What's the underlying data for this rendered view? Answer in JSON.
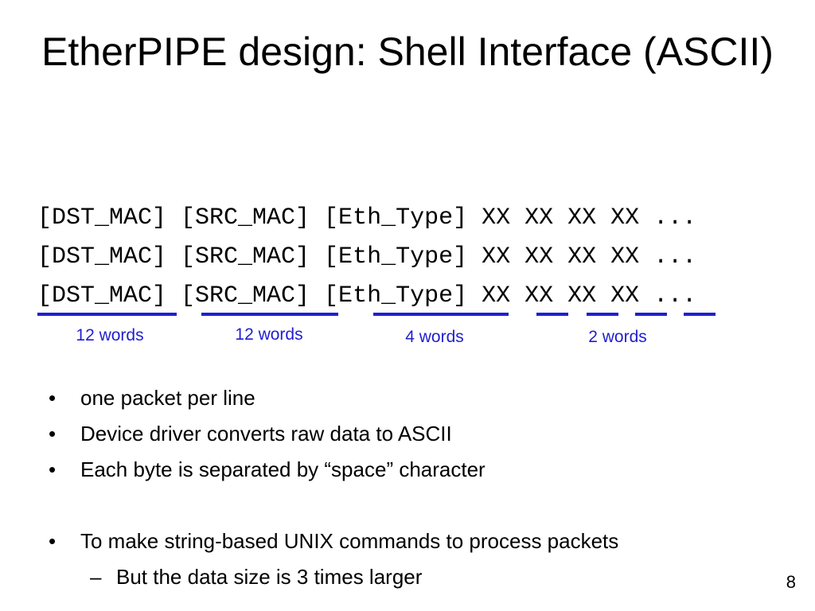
{
  "slide": {
    "title": "EtherPIPE design: Shell Interface (ASCII)",
    "format_lines": [
      "[DST_MAC] [SRC_MAC] [Eth_Type] XX XX XX XX ...",
      "[DST_MAC] [SRC_MAC] [Eth_Type] XX XX XX XX ...",
      "[DST_MAC] [SRC_MAC] [Eth_Type] XX XX XX XX ..."
    ],
    "field_labels": {
      "dst_mac": "12 words",
      "src_mac": "12 words",
      "eth_type": "4 words",
      "byte": "2 words"
    },
    "accent_color": "#1f1fd0",
    "bullet_glyph": "•",
    "dash_glyph": "–",
    "bullets": [
      "one packet per line",
      "Device driver converts raw data to ASCII",
      "Each byte is separated by “space” character",
      "To make string-based UNIX commands to process packets"
    ],
    "sub_bullets": [
      "But the data size is 3 times larger"
    ],
    "page_number": "8"
  }
}
